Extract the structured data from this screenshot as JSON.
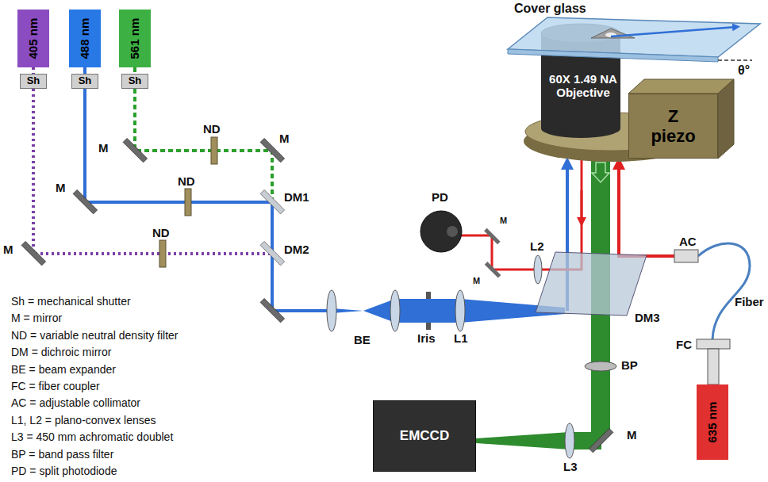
{
  "diagram": {
    "nodes": [
      {
        "text": [
          "405 nm"
        ]
      },
      {
        "text": [
          "488 nm"
        ]
      },
      {
        "text": [
          "561 nm"
        ]
      },
      {
        "text": [
          "Sh"
        ]
      },
      {
        "text": [
          "Sh"
        ]
      },
      {
        "text": [
          "Sh"
        ]
      },
      {
        "text": [
          "60X 1.49 NA Objective"
        ]
      },
      {
        "text": [
          "Z piezo"
        ]
      },
      {
        "text": [
          "EMCCD"
        ]
      },
      {
        "text": [
          "635 nm"
        ]
      }
    ],
    "edges": [
      {
        "from": 0,
        "to": 3,
        "arrow": "none"
      },
      {
        "from": 1,
        "to": 4,
        "arrow": "none"
      },
      {
        "from": 2,
        "to": 5,
        "arrow": "none"
      }
    ],
    "labels": [
      "Cover glass",
      "θ°",
      "M",
      "M",
      "ND",
      "M",
      "ND",
      "DM1",
      "DM2",
      "ND",
      "M",
      "BE",
      "Iris",
      "L1",
      "L2",
      "M",
      "M",
      "PD",
      "AC",
      "Fiber",
      "FC",
      "BP",
      "DM3",
      "L3",
      "M",
      "Sh = mechanical shutter",
      "M = mirror",
      "ND = variable neutral density filter",
      "DM = dichroic mirror",
      "BE = beam expander",
      "FC = fiber coupler",
      "AC = adjustable collimator",
      "L1, L2 = plano-convex lenses",
      "L3 = 450 mm achromatic doublet",
      "BP = band pass filter",
      "PD = split photodiode"
    ]
  }
}
